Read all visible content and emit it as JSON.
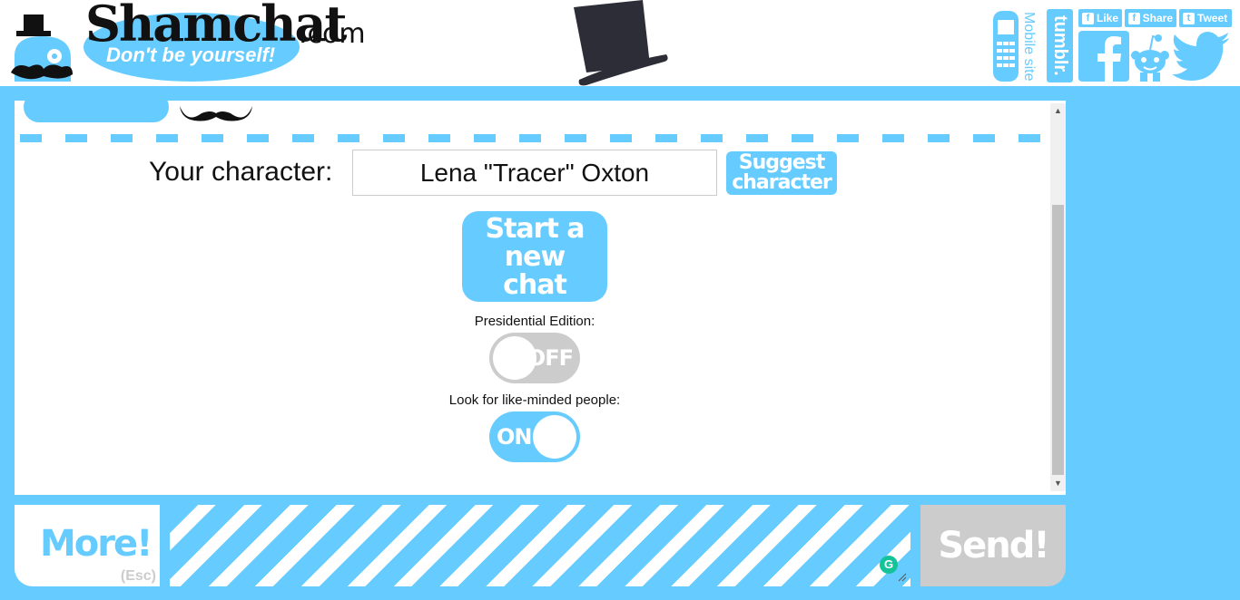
{
  "header": {
    "logo_name": "Shamchat",
    "logo_tld": ".com",
    "tagline": "Don't be yourself!",
    "mobile_site": "Mobile site",
    "tumblr": "tumblr.",
    "fb_like": "Like",
    "fb_share": "Share",
    "tweet": "Tweet"
  },
  "setup": {
    "character_label": "Your character:",
    "character_value": "Lena \"Tracer\" Oxton",
    "suggest_label": "Suggest character",
    "start_label": "Start a new chat",
    "presidential_label": "Presidential Edition:",
    "presidential_state": "OFF",
    "likeminded_label": "Look for like-minded people:",
    "likeminded_state": "ON"
  },
  "bottom": {
    "more_label": "More!",
    "esc_label": "(Esc)",
    "send_label": "Send!"
  },
  "colors": {
    "brand_blue": "#66ccff",
    "toggle_off": "#cccccc",
    "send_disabled": "#cccccc"
  }
}
